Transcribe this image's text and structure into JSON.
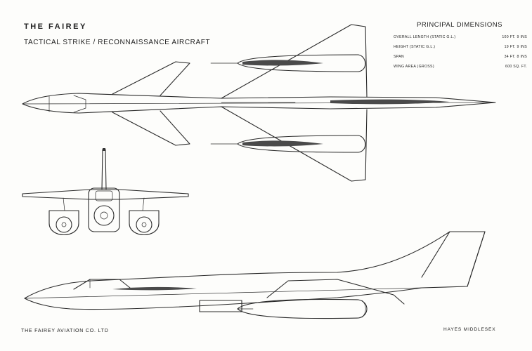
{
  "title": {
    "line1": "THE FAIREY",
    "line2": "TACTICAL STRIKE / RECONNAISSANCE AIRCRAFT"
  },
  "dimensions": {
    "heading": "PRINCIPAL DIMENSIONS",
    "rows": [
      {
        "label": "OVERALL LENGTH (STATIC G.L.)",
        "value": "100 FT. 9 INS"
      },
      {
        "label": "HEIGHT (STATIC G.L.)",
        "value": "19 FT. 9 INS"
      },
      {
        "label": "SPAN",
        "value": "34 FT. 8 INS"
      },
      {
        "label": "WING AREA (GROSS)",
        "value": "600 SQ. FT."
      }
    ]
  },
  "footer": {
    "left": "THE FAIREY AVIATION CO. LTD",
    "right": "HAYES MIDDLESEX"
  }
}
